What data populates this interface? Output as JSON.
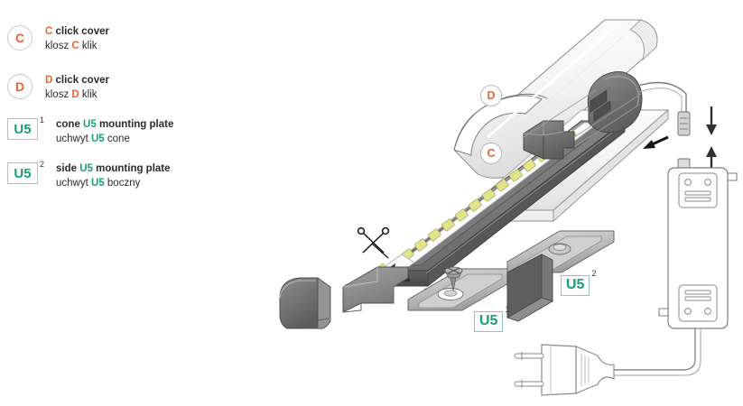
{
  "legend": {
    "items": [
      {
        "badge_type": "circle",
        "badge_label": "C",
        "superscript": "",
        "line1_pre": "",
        "line1_key": "C",
        "line1_post": " click cover",
        "line2_pre": "klosz ",
        "line2_key": "C",
        "line2_post": " klik",
        "accent": "#e8653a"
      },
      {
        "badge_type": "circle",
        "badge_label": "D",
        "superscript": "",
        "line1_pre": "",
        "line1_key": "D",
        "line1_post": " click cover",
        "line2_pre": "klosz ",
        "line2_key": "D",
        "line2_post": " klik",
        "accent": "#e8653a"
      },
      {
        "badge_type": "square",
        "badge_label": "U5",
        "superscript": "1",
        "line1_pre": "cone ",
        "line1_key": "U5",
        "line1_post": " mounting plate",
        "line2_pre": "uchwyt ",
        "line2_key": "U5",
        "line2_post": " cone",
        "accent": "#16a07a"
      },
      {
        "badge_type": "square",
        "badge_label": "U5",
        "superscript": "2",
        "line1_pre": "side ",
        "line1_key": "U5",
        "line1_post": " mounting plate",
        "line2_pre": "uchwyt ",
        "line2_key": "U5",
        "line2_post": " boczny",
        "accent": "#16a07a"
      }
    ]
  },
  "diagram": {
    "markers": [
      {
        "id": "marker-d",
        "label": "D",
        "meaning": "click-cover-d-domed"
      },
      {
        "id": "marker-c",
        "label": "C",
        "meaning": "click-cover-c-flat"
      }
    ],
    "callouts": [
      {
        "id": "u5-1",
        "label": "U5",
        "superscript": "1",
        "meaning": "cone-mounting-plate"
      },
      {
        "id": "u5-2",
        "label": "U5",
        "superscript": "2",
        "meaning": "side-mounting-plate"
      }
    ],
    "parts": [
      {
        "name": "domed-click-cover-d",
        "color": "#f2f2f2"
      },
      {
        "name": "flat-click-cover-c",
        "color": "#f7f7f7"
      },
      {
        "name": "aluminium-profile",
        "color": "#6e6e6e"
      },
      {
        "name": "led-strip",
        "color": "#ffffff"
      },
      {
        "name": "led-chip",
        "color": "#dfe08a"
      },
      {
        "name": "end-cap-closed",
        "color": "#8a8a8a"
      },
      {
        "name": "end-cap-open",
        "color": "#8a8a8a"
      },
      {
        "name": "end-cap-with-cable-gland",
        "color": "#6b6b6b"
      },
      {
        "name": "cone-mounting-plate",
        "color": "#b5b5b5"
      },
      {
        "name": "side-mounting-plate",
        "color": "#b5b5b5"
      },
      {
        "name": "power-supply-unit",
        "color": "#ffffff"
      },
      {
        "name": "mains-plug-eu",
        "color": "#ffffff"
      },
      {
        "name": "dc-connector-pair",
        "color": "#c9c9c9"
      },
      {
        "name": "scissors-cut-marker",
        "color": "#1a1a1a"
      },
      {
        "name": "assembly-arrow",
        "color": "#1a1a1a"
      }
    ],
    "colors": {
      "accent_orange": "#e8653a",
      "accent_green": "#16a07a",
      "profile_dark": "#6e6e6e",
      "metal_light": "#c4c4c4",
      "outline": "#555555",
      "led_chip": "#dfe08a"
    }
  }
}
